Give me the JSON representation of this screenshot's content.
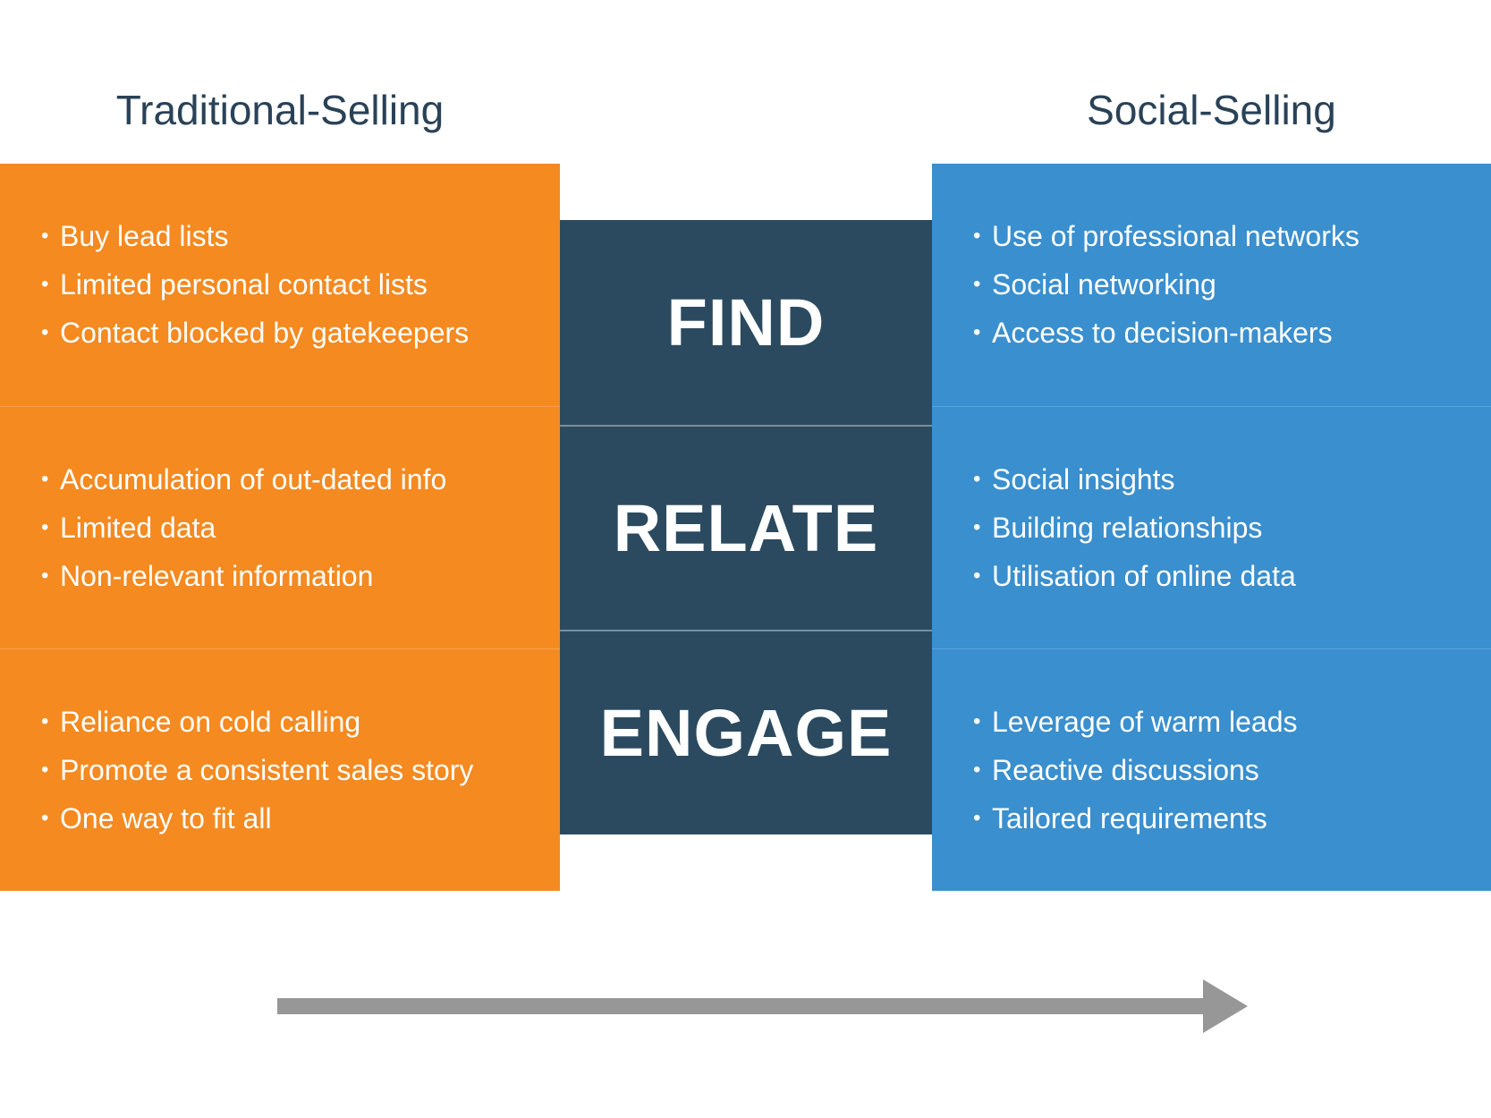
{
  "columns": {
    "left": {
      "title": "Traditional-Selling",
      "color": "#f48a20",
      "rows": [
        {
          "items": [
            "Buy lead lists",
            "Limited personal contact lists",
            "Contact blocked by gatekeepers"
          ]
        },
        {
          "items": [
            "Accumulation of out-dated info",
            "Limited data",
            "Non-relevant information"
          ]
        },
        {
          "items": [
            "Reliance on cold calling",
            "Promote a consistent sales story",
            "One way to fit all"
          ]
        }
      ]
    },
    "right": {
      "title": "Social-Selling",
      "color": "#3a8fce",
      "rows": [
        {
          "items": [
            "Use of professional networks",
            "Social networking",
            "Access to decision-makers"
          ]
        },
        {
          "items": [
            "Social insights",
            "Building relationships",
            "Utilisation of online data"
          ]
        },
        {
          "items": [
            "Leverage of warm leads",
            "Reactive discussions",
            "Tailored requirements"
          ]
        }
      ]
    }
  },
  "stages": [
    "FIND",
    "RELATE",
    "ENGAGE"
  ],
  "center_color": "#2b4a5f",
  "bullet_glyph": "•",
  "arrow": {
    "color": "#979797",
    "direction": "right"
  }
}
